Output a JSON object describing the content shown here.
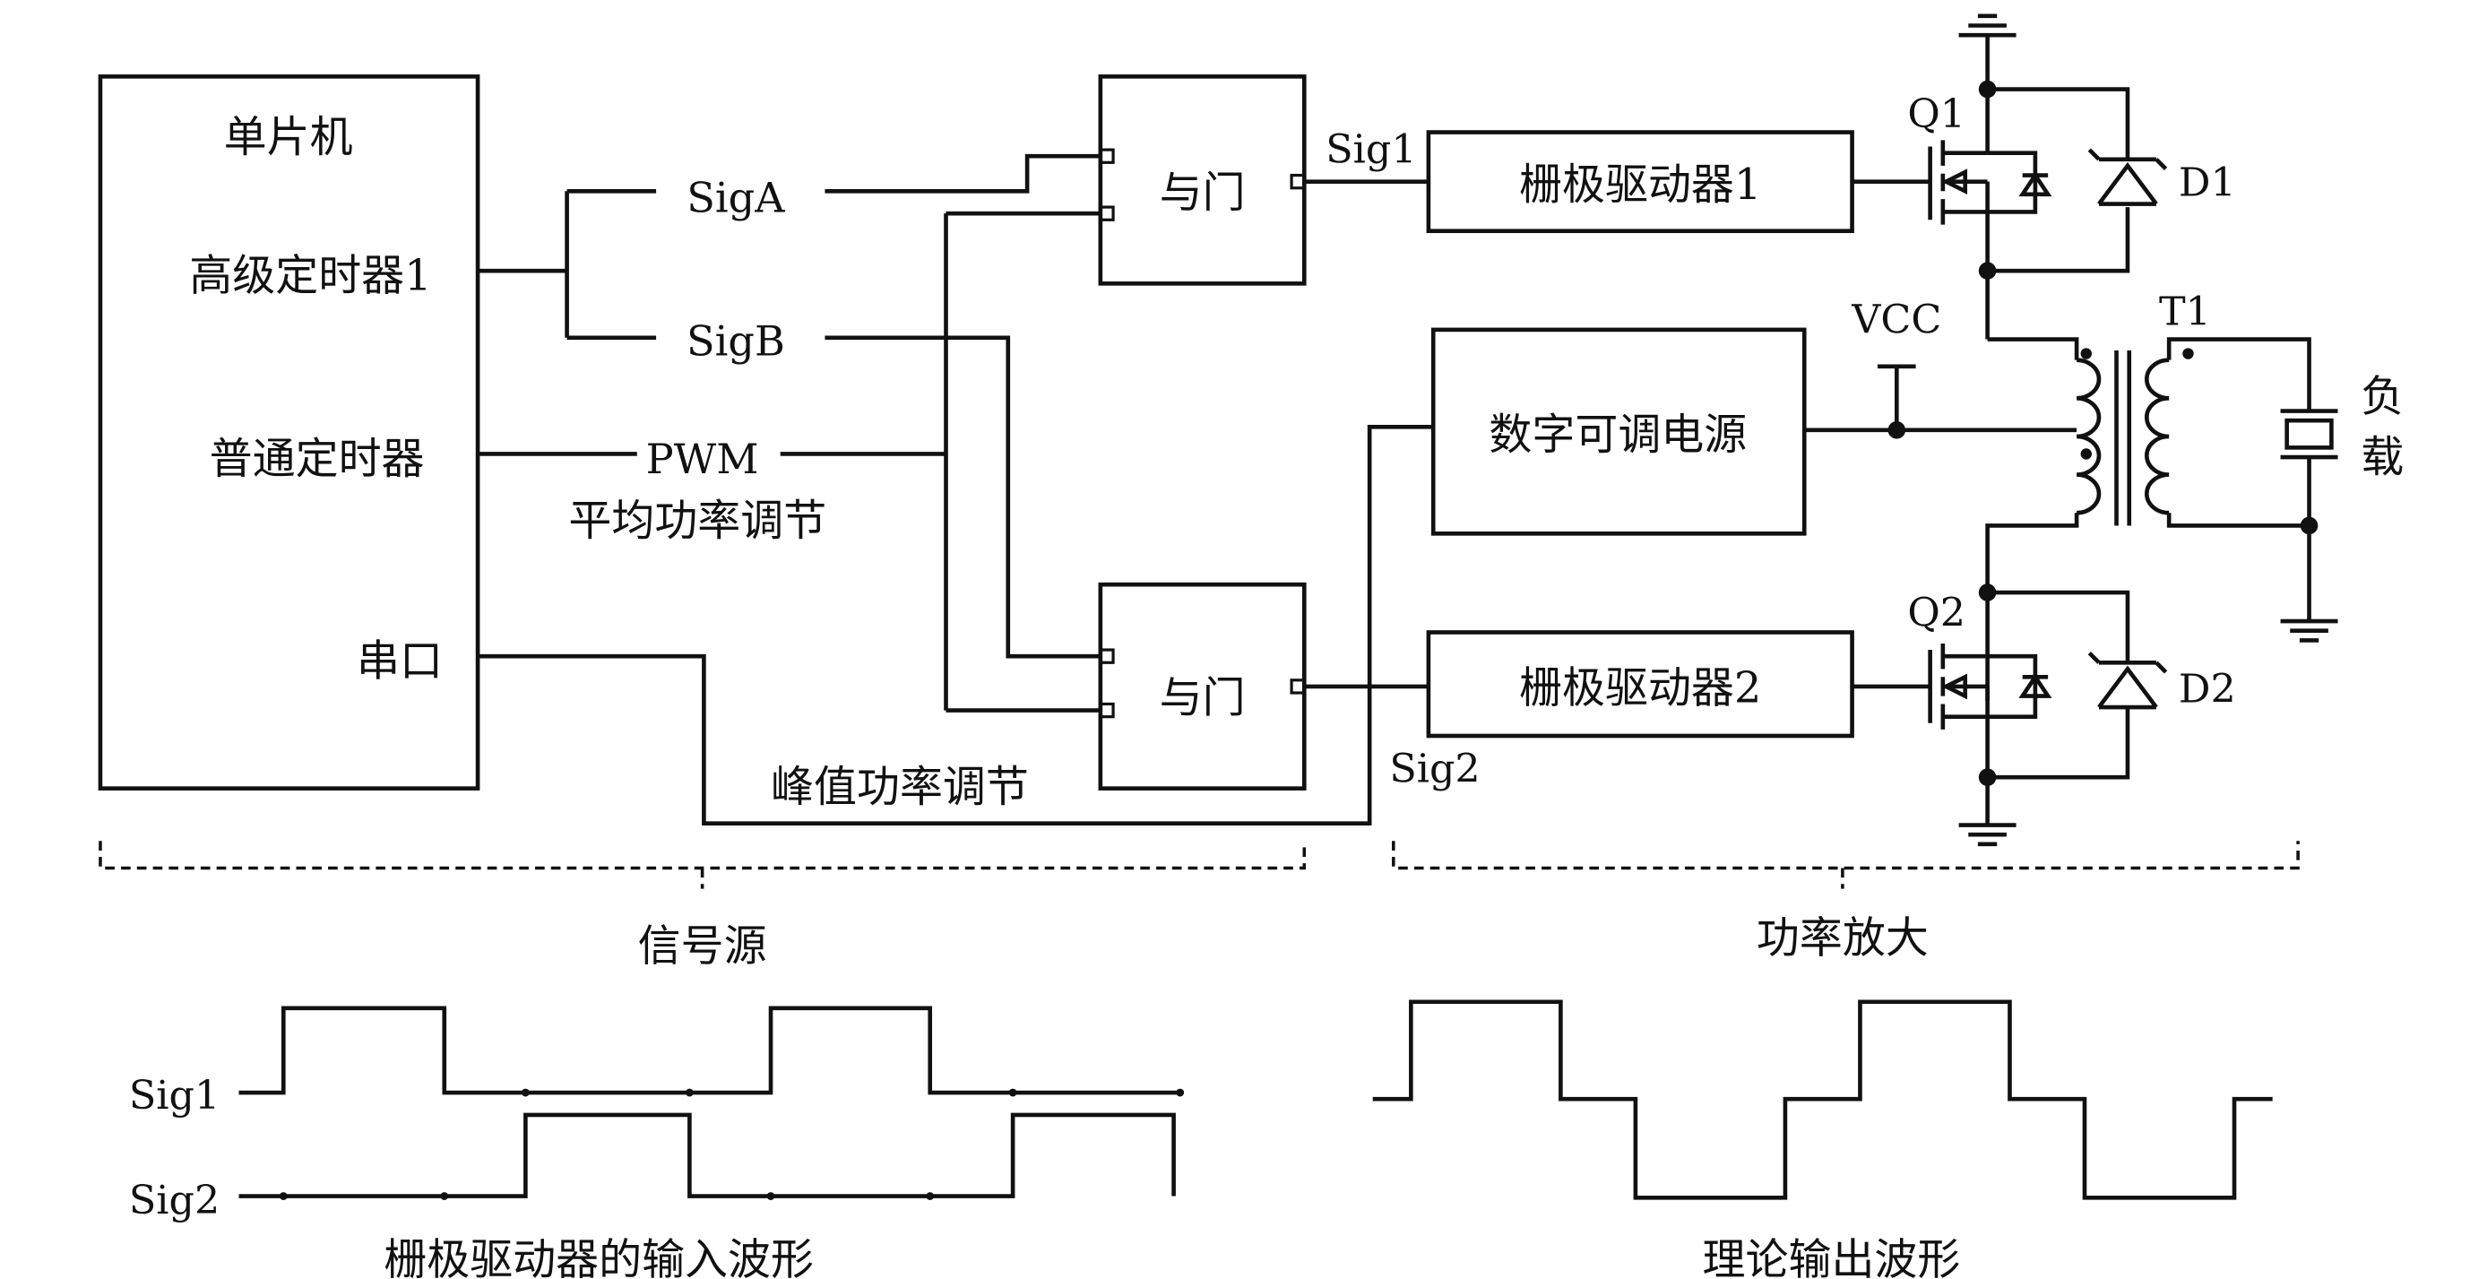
{
  "signal_source": {
    "mcu": {
      "title": "单片机",
      "advanced_timer": "高级定时器1",
      "general_timer": "普通定时器",
      "serial_port": "串口"
    },
    "signals": {
      "sig_a": "SigA",
      "sig_b": "SigB",
      "pwm": "PWM",
      "pwm_desc": "平均功率调节",
      "peak_desc": "峰值功率调节",
      "sig1": "Sig1",
      "sig2": "Sig2"
    },
    "and_gate_1": "与门",
    "and_gate_2": "与门",
    "group_label": "信号源"
  },
  "power_amp": {
    "gate_driver_1": "栅极驱动器1",
    "gate_driver_2": "栅极驱动器2",
    "digital_psu": "数字可调电源",
    "vcc": "VCC",
    "q1": "Q1",
    "q2": "Q2",
    "d1": "D1",
    "d2": "D2",
    "t1": "T1",
    "load_1": "负",
    "load_2": "载",
    "group_label": "功率放大"
  },
  "waveforms": {
    "input": {
      "sig1": "Sig1",
      "sig2": "Sig2",
      "caption": "栅极驱动器的输入波形"
    },
    "output": {
      "caption": "理论输出波形"
    }
  },
  "colors": {
    "line": "#111111",
    "background": "#ffffff"
  }
}
